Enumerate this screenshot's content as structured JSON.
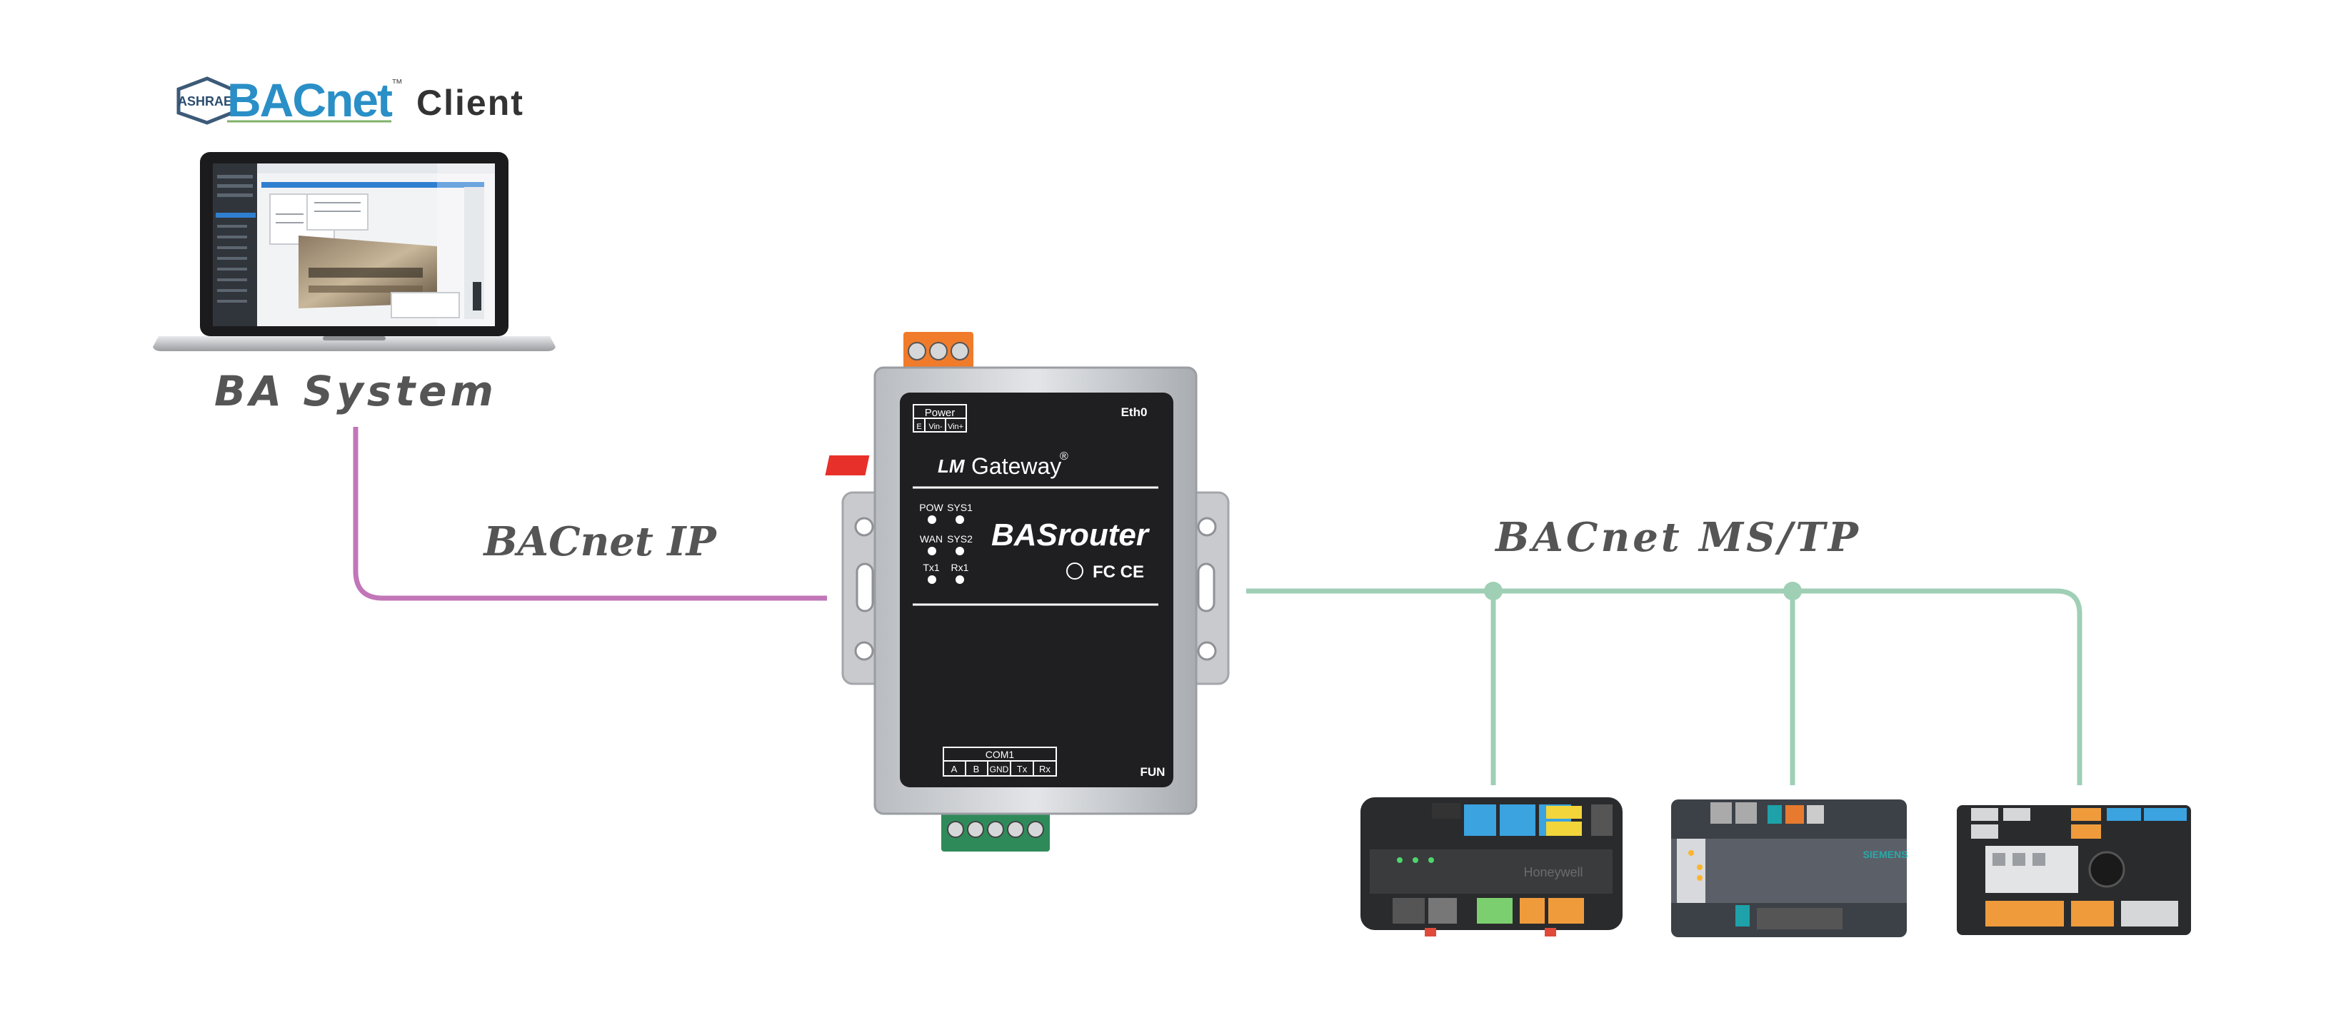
{
  "logo": {
    "ashrae": "ASHRAE",
    "bacnet": "BACnet",
    "tm": "™",
    "client": "Client"
  },
  "ba_system": {
    "label": "BA System"
  },
  "links": {
    "ip": {
      "label": "BACnet IP",
      "color": "#c276b8"
    },
    "mstp": {
      "label": "BACnet MS/TP",
      "color": "#9fcfb4"
    }
  },
  "gateway": {
    "power_title": "Power",
    "power_pins": [
      "E",
      "Vin-",
      "Vin+"
    ],
    "eth": "Eth0",
    "brand_mark": "LM",
    "brand_name": "Gateway",
    "registered": "®",
    "leds": [
      "POW",
      "SYS1",
      "WAN",
      "SYS2",
      "Tx1",
      "Rx1"
    ],
    "product": "BASrouter",
    "cert": "FC CE",
    "com_title": "COM1",
    "com_pins": [
      "A",
      "B",
      "GND",
      "Tx",
      "Rx"
    ],
    "fun": "FUN",
    "accent": "#f07b2a",
    "terminal_green": "#2f8a5a"
  },
  "controllers": {
    "honeywell": {
      "brand": "Honeywell"
    },
    "siemens": {
      "brand": "SIEMENS"
    }
  }
}
